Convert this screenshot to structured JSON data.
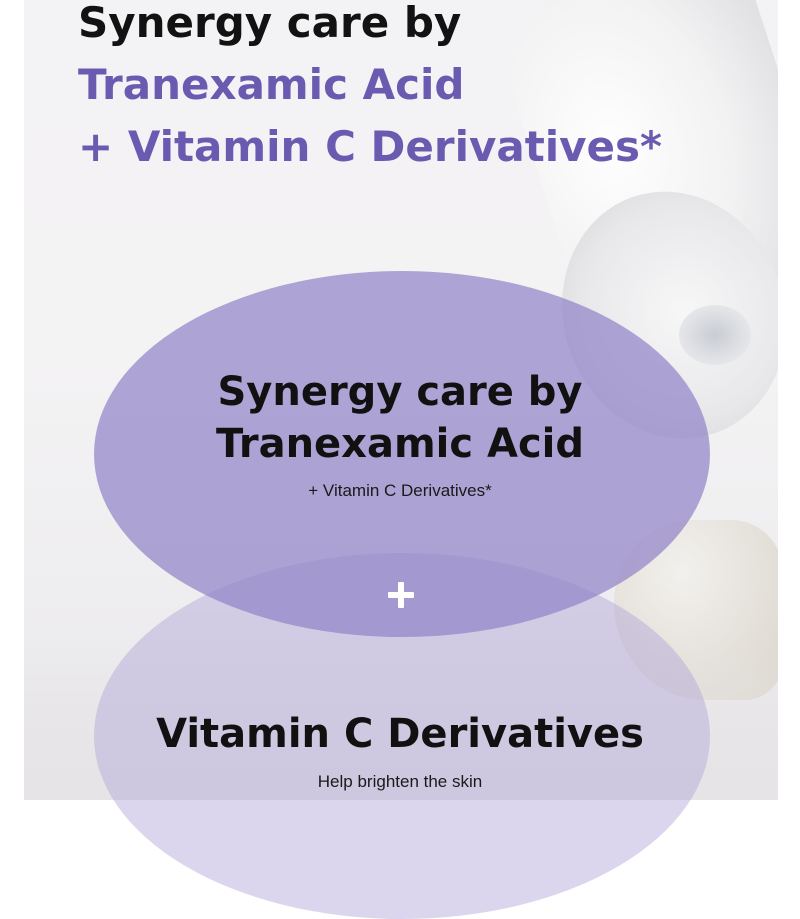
{
  "headline": {
    "line1": "Synergy care by",
    "line2": "Tranexamic Acid",
    "line3": "+ Vitamin C Derivatives*"
  },
  "top_circle": {
    "title_line1": "Synergy care by",
    "title_line2": "Tranexamic Acid",
    "subtitle": "+ Vitamin C Derivatives*"
  },
  "connector_icon": "plus-icon",
  "bottom_circle": {
    "title": "Vitamin C Derivatives",
    "subtitle": "Help brighten the skin"
  },
  "colors": {
    "accent_purple": "#6b5bb0",
    "circle_top": "#9283c7",
    "circle_bottom": "#b0a5d7",
    "text_dark": "#121212"
  }
}
